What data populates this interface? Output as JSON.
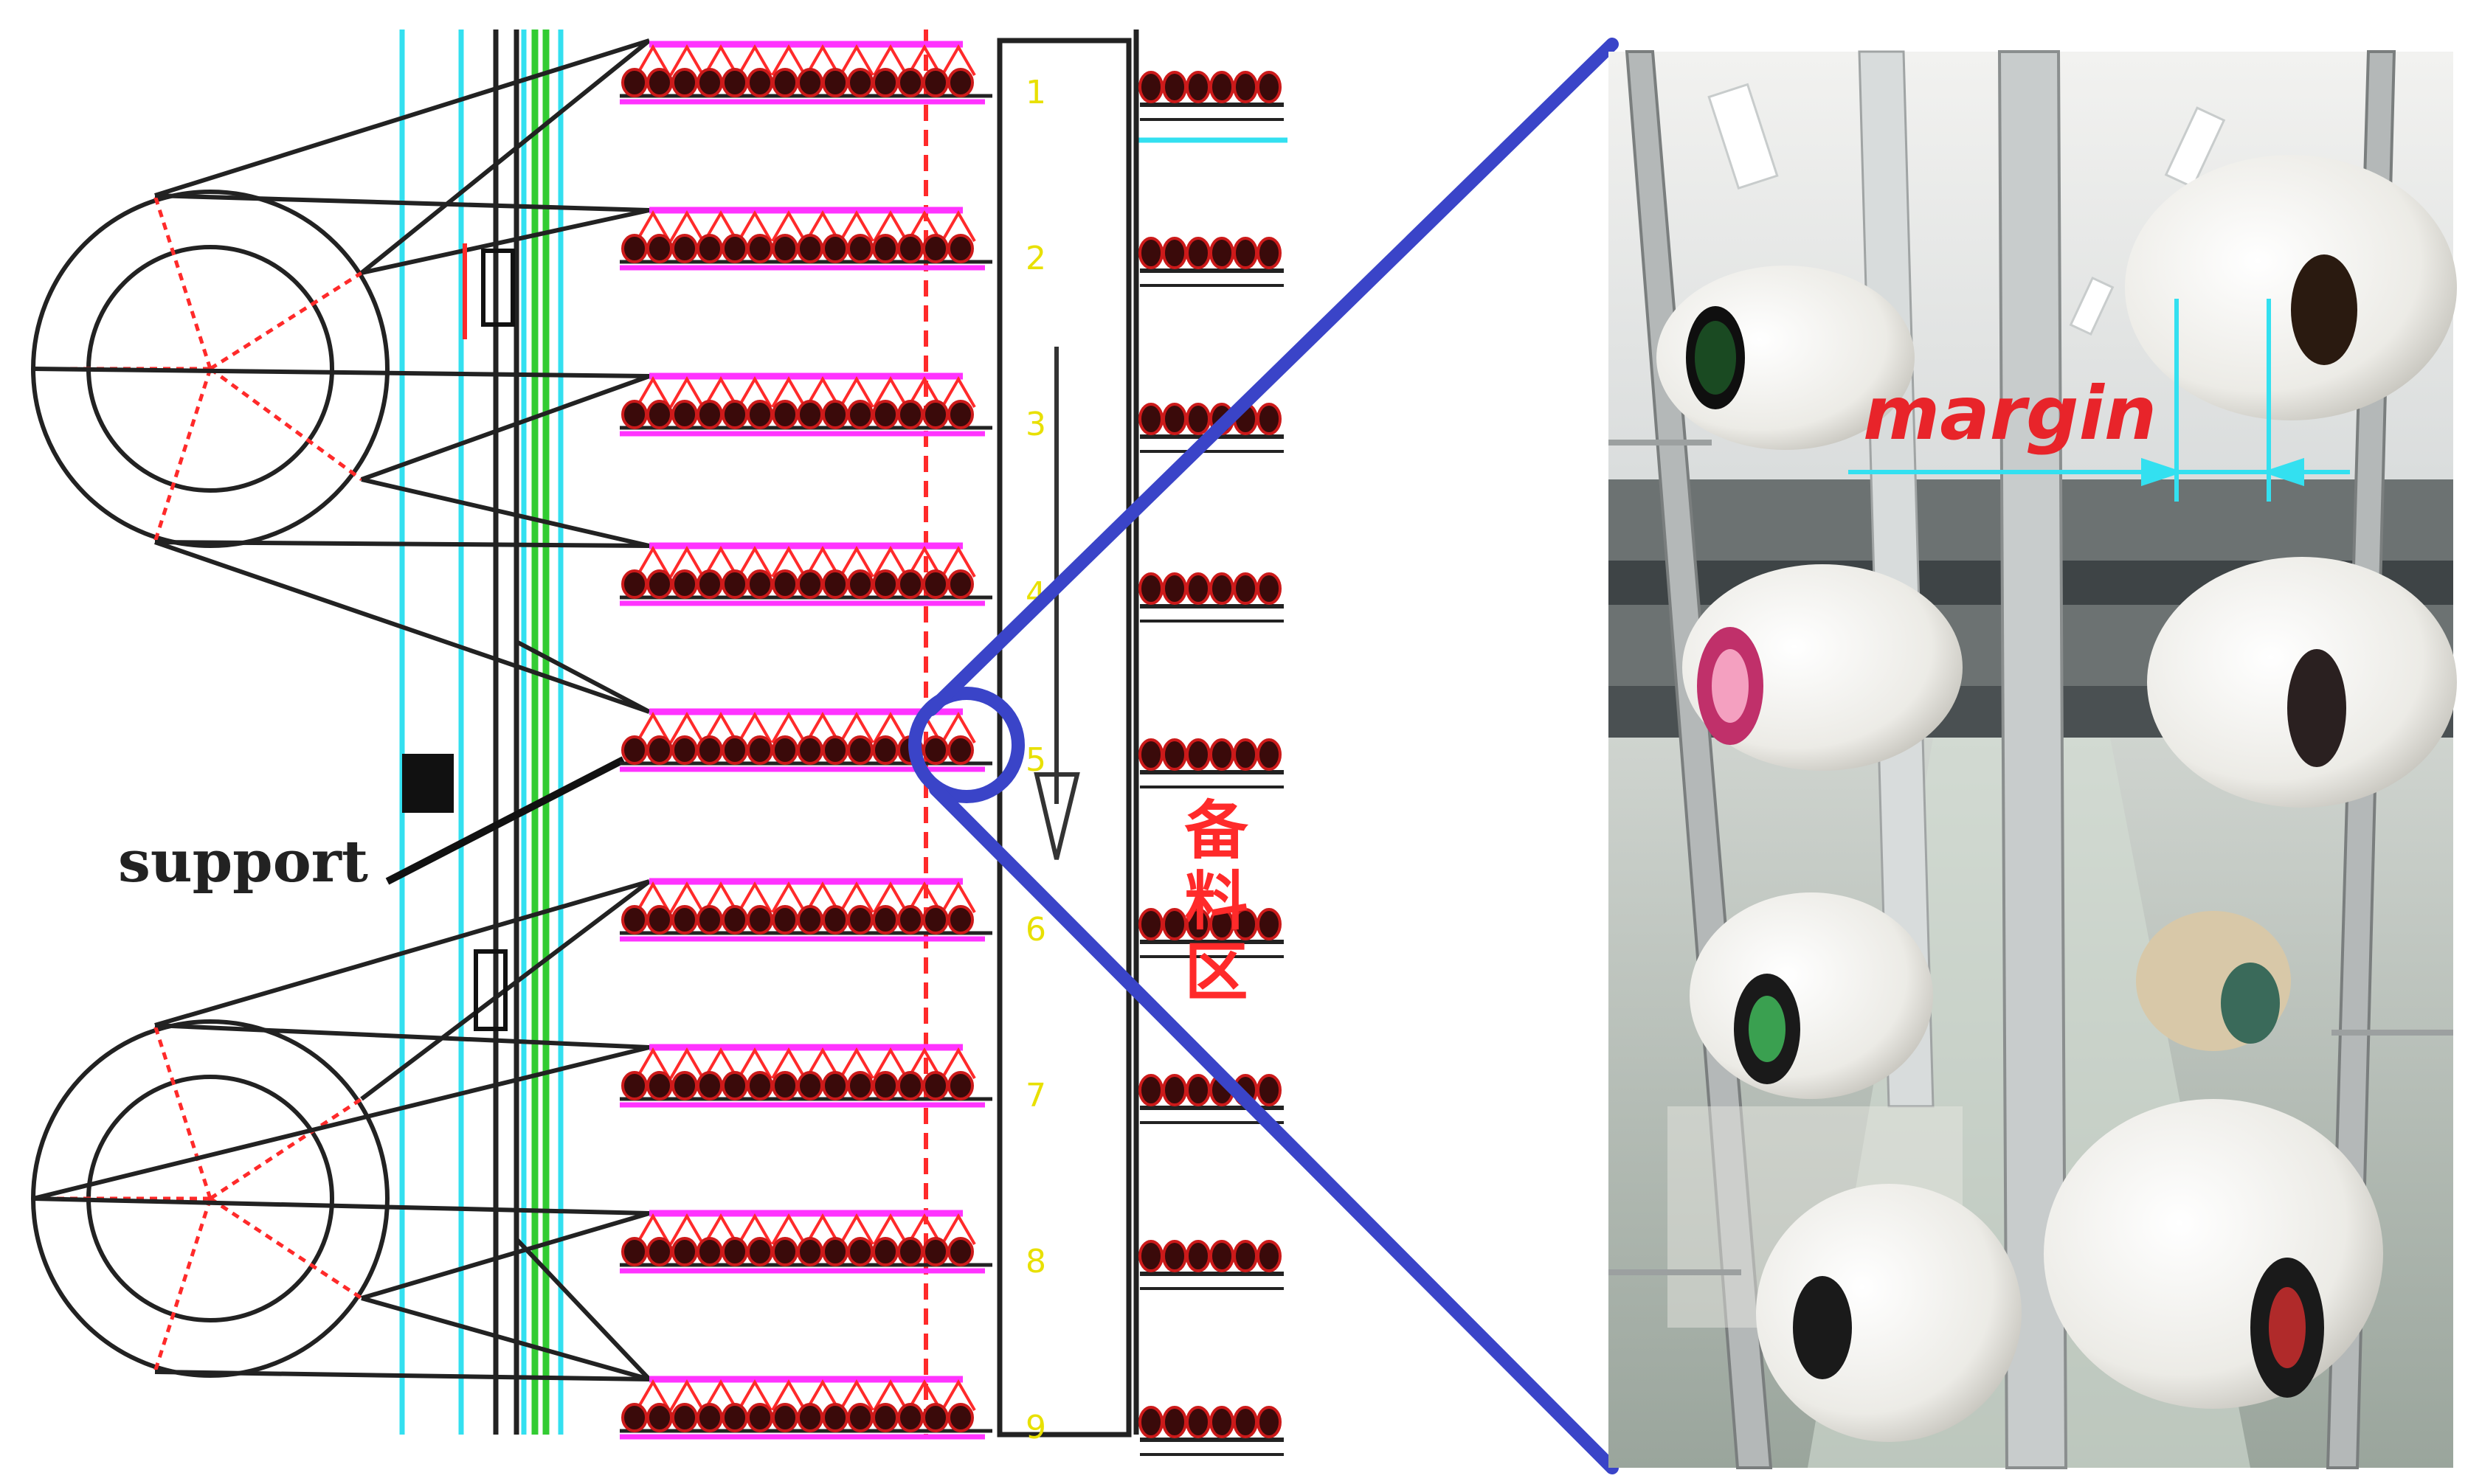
{
  "figure": {
    "support_label": "support",
    "margin_label": "margin",
    "cn_label": "备料区",
    "row_numbers": [
      "1",
      "2",
      "3",
      "4",
      "5",
      "6",
      "7",
      "8",
      "9"
    ],
    "colors": {
      "structure": "#222222",
      "cyan": "#33e0f0",
      "green": "#33cc33",
      "magenta": "#ff33ff",
      "red_dashed": "#ff2a2a",
      "bobbin_dark": "#3a0a0a",
      "bobbin_red": "#cc1a1a",
      "zoom_blue": "#3a44c8",
      "margin_red": "#e8242a",
      "yellow": "#e8e000"
    },
    "photo": {
      "description_icons": [
        "yarn-bobbin-icon",
        "creel-frame-icon"
      ]
    }
  }
}
